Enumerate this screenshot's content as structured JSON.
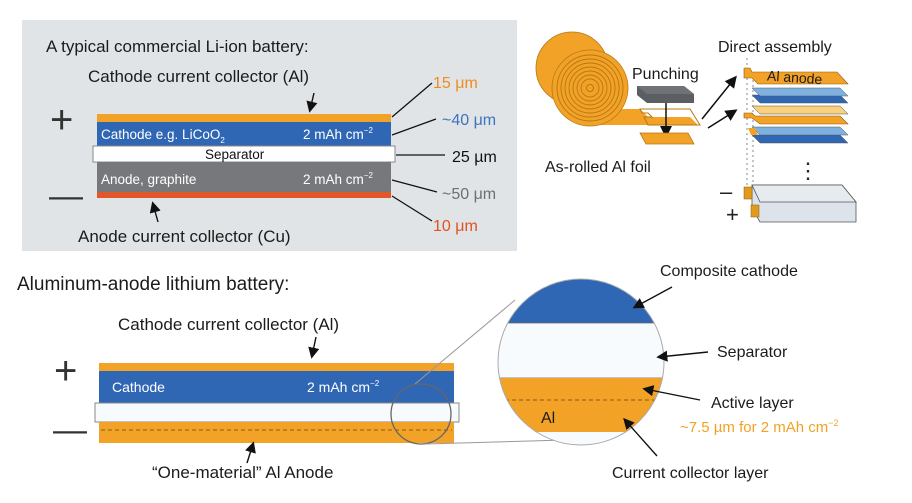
{
  "colors": {
    "orange": "#f3a228",
    "blue": "#2f67b4",
    "light_blue": "#7fb1e0",
    "light_orange": "#f8d07e",
    "gray_anode": "#77787b",
    "copper_red": "#e1562a",
    "panel_bg": "#e1e4e7",
    "separator": "#ffffff",
    "punch_gray": "#5b5e63",
    "pouch": "#dde3ea",
    "text": "#1b1b1b",
    "label_blue": "#3b73c0",
    "label_gray": "#6f6f72"
  },
  "conventional": {
    "title": "A typical commercial Li-ion battery:",
    "cathode_cc_label": "Cathode current collector (Al)",
    "anode_cc_label": "Anode current collector (Cu)",
    "plus_sign": "+",
    "minus_sign": "—",
    "cathode_label": "Cathode e.g. LiCoO",
    "cathode_label_sub": "2",
    "cathode_capacity": "2 mAh cm",
    "cathode_capacity_sup": "−2",
    "separator_label": "Separator",
    "anode_label": "Anode, graphite",
    "anode_capacity": "2 mAh cm",
    "anode_capacity_sup": "−2",
    "thickness": {
      "cathode_cc": "15 μm",
      "cathode": "~40 μm",
      "separator": "25 µm",
      "anode": "~50 μm",
      "anode_cc": "10 μm"
    }
  },
  "process": {
    "foil_label": "As-rolled Al foil",
    "punching_label": "Punching",
    "assembly_label": "Direct assembly",
    "al_anode_label": "Al anode",
    "ellipsis": "⋮",
    "minus_sign": "–",
    "plus_sign": "+"
  },
  "aluminum": {
    "title": "Aluminum-anode lithium battery:",
    "cathode_cc_label": "Cathode current collector (Al)",
    "anode_label": "“One-material” Al Anode",
    "plus_sign": "+",
    "minus_sign": "—",
    "cathode_label": "Cathode",
    "cathode_capacity": "2 mAh cm",
    "cathode_capacity_sup": "−2"
  },
  "zoom_view": {
    "composite_cathode": "Composite cathode",
    "separator": "Separator",
    "active_layer": "Active layer",
    "active_layer_note": "~7.5 µm for 2 mAh cm",
    "active_layer_note_sup": "−2",
    "current_collector": "Current collector layer",
    "al_label": "Al"
  }
}
